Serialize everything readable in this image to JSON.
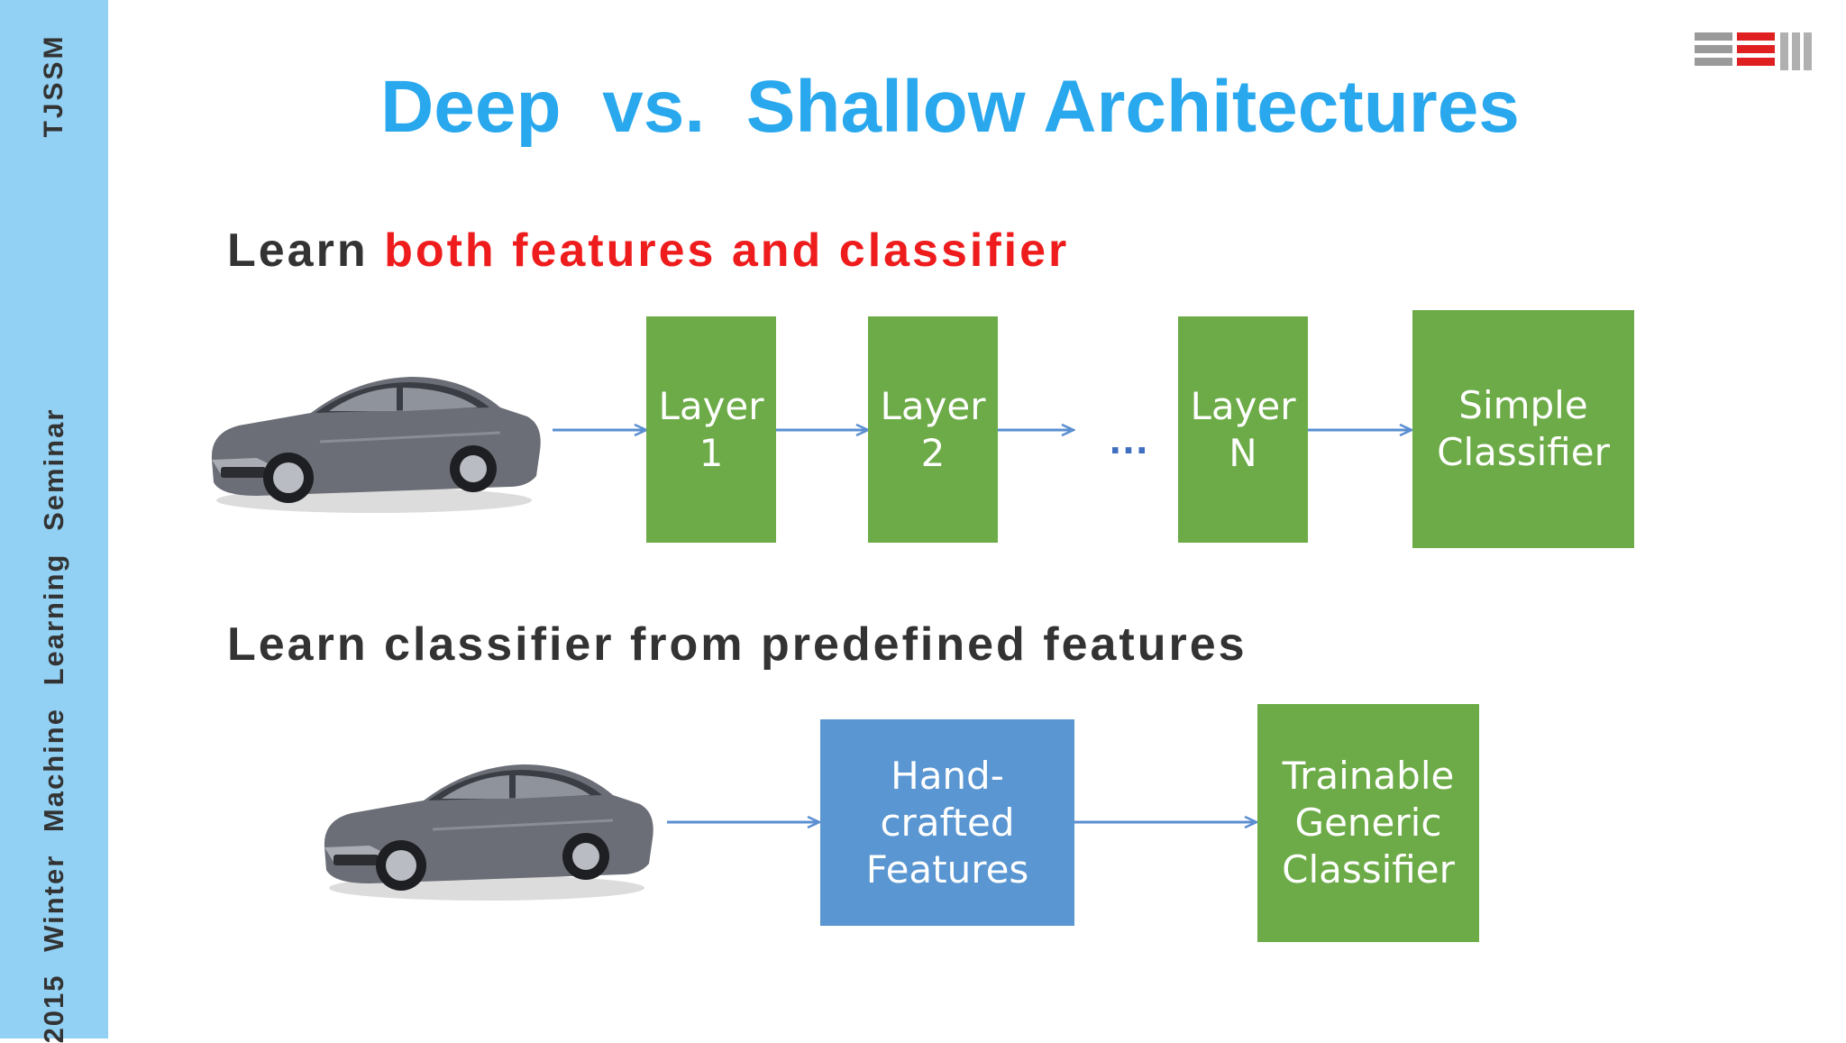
{
  "sidebar": {
    "top_text": "TJSSM",
    "bottom_text": "2015 Winter Machine Learning Seminar"
  },
  "title": "Deep  vs.  Shallow Architectures",
  "deep": {
    "heading_prefix": "Learn ",
    "heading_highlight": "both features and classifier",
    "boxes": [
      {
        "line1": "Layer",
        "line2": "1"
      },
      {
        "line1": "Layer",
        "line2": "2"
      },
      {
        "line1": "Layer",
        "line2": "N"
      },
      {
        "line1": "Simple",
        "line2": "Classifier"
      }
    ],
    "ellipsis": "..."
  },
  "shallow": {
    "heading": "Learn classifier from predefined features",
    "features_box": {
      "line1": "Hand-",
      "line2": "crafted",
      "line3": "Features"
    },
    "classifier_box": {
      "line1": "Trainable",
      "line2": "Generic",
      "line3": "Classifier"
    }
  },
  "colors": {
    "sidebar": "#92d1f4",
    "title": "#29a8ee",
    "highlight": "#ee1c1c",
    "green_box": "#6cab47",
    "blue_box": "#5a96d1",
    "arrow": "#5b8fd1"
  },
  "icons": [
    "car-image",
    "tjssm-logo-icon"
  ]
}
